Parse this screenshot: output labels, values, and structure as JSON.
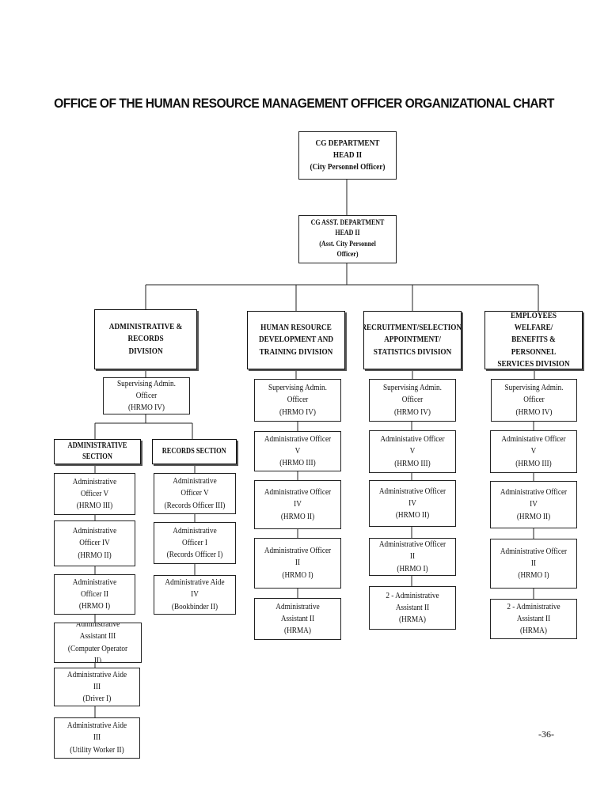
{
  "title": "OFFICE OF THE HUMAN RESOURCE MANAGEMENT OFFICER ORGANIZATIONAL CHART",
  "head": "CG DEPARTMENT HEAD II\n(City Personnel Officer)",
  "asst_head": "CG ASST. DEPARTMENT HEAD  II\n(Asst. City Personnel Officer)",
  "divisions": {
    "admin": {
      "name": "ADMINISTRATIVE &\nRECORDS\nDIVISION",
      "supervisor": "Supervising Admin. Officer\n(HRMO IV)",
      "sections": {
        "admin_section": {
          "name": "ADMINISTRATIVE SECTION",
          "positions": [
            "Administrative Officer V\n(HRMO III)",
            "Administrative Officer IV\n(HRMO II)",
            "Administrative Officer II\n(HRMO I)",
            "Administrative Assistant III\n(Computer Operator II)",
            "Administrative Aide III\n(Driver I)",
            "Administrative Aide III\n(Utility Worker II)"
          ]
        },
        "records_section": {
          "name": "RECORDS SECTION",
          "positions": [
            "Administrative Officer V\n(Records Officer III)",
            "Administrative Officer I\n(Records Officer I)",
            "Administrative Aide IV\n(Bookbinder II)"
          ]
        }
      }
    },
    "hrdt": {
      "name": "HUMAN RESOURCE\nDEVELOPMENT AND\nTRAINING DIVISION",
      "supervisor": "Supervising Admin. Officer\n(HRMO IV)",
      "positions": [
        "Administrative Officer V\n(HRMO III)",
        "Administrative Officer IV\n(HRMO II)",
        "Administrative Officer II\n(HRMO I)",
        "Administrative Assistant II\n(HRMA)"
      ]
    },
    "rsas": {
      "name": "RECRUITMENT/SELECTION/\nAPPOINTMENT/\nSTATISTICS DIVISION",
      "supervisor": "Supervising Admin. Officer\n(HRMO IV)",
      "positions": [
        "Administative Officer V\n(HRMO III)",
        "Administrative Officer IV\n(HRMO II)",
        "Administrative Officer II\n(HRMO I)",
        "2 - Administrative Assistant II\n(HRMA)"
      ]
    },
    "ewbps": {
      "name": "EMPLOYEES WELFARE/\nBENEFITS & PERSONNEL\nSERVICES DIVISION",
      "supervisor": "Supervising Admin. Officer\n(HRMO IV)",
      "positions": [
        "Administative Officer V\n(HRMO III)",
        "Administrative Officer IV\n(HRMO II)",
        "Administrative Officer II\n(HRMO I)",
        "2 - Administrative Assistant II\n(HRMA)"
      ]
    }
  },
  "page_number": "-36-"
}
